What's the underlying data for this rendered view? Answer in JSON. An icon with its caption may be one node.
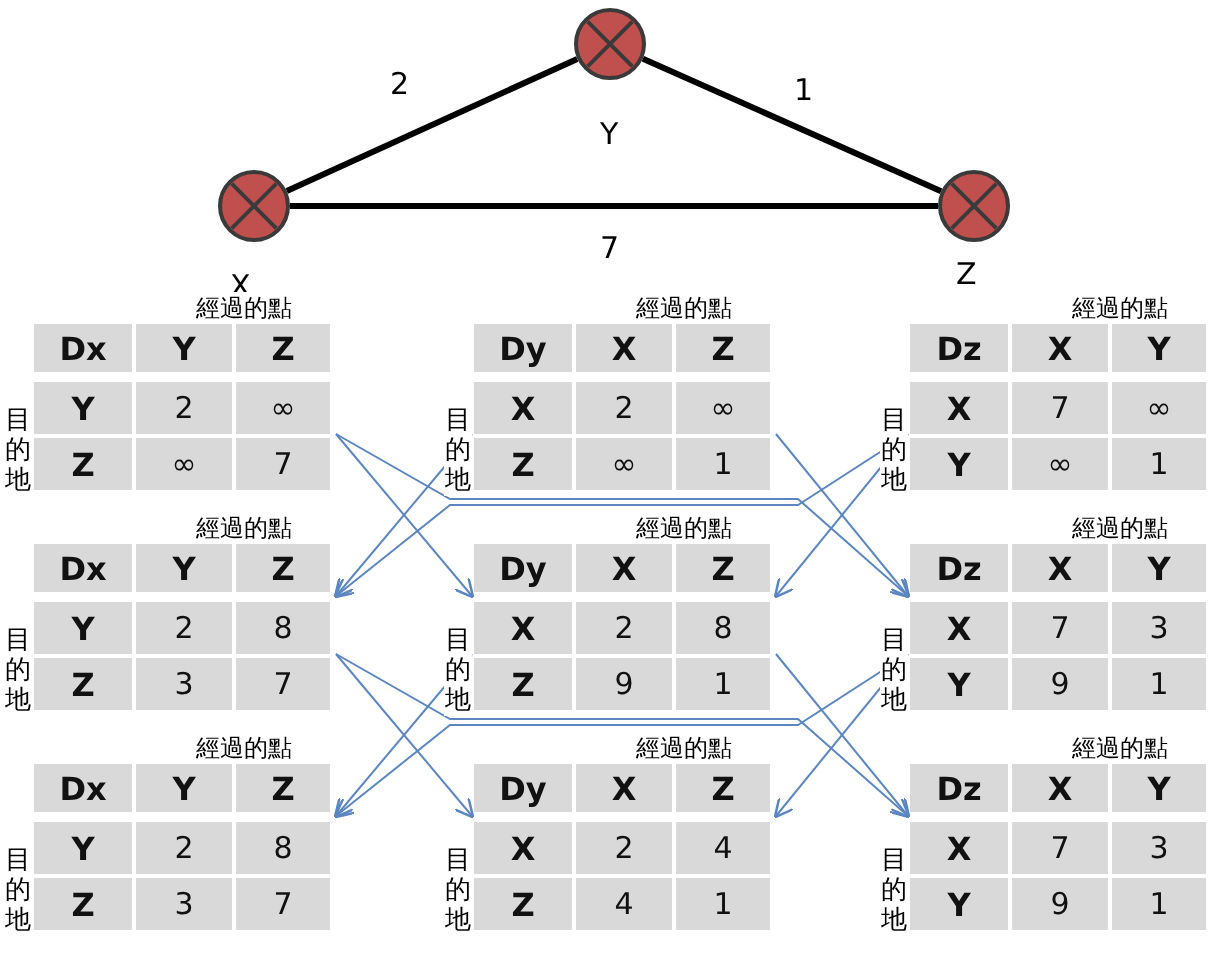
{
  "diagram": {
    "nodes": [
      {
        "text": [
          "Y"
        ]
      },
      {
        "text": [
          "X"
        ]
      },
      {
        "text": [
          "Z"
        ]
      },
      {
        "text": [
          "經過的點",
          "Dx",
          "Y",
          "Z",
          "Y",
          "2",
          "∞",
          "Z",
          "∞",
          "7"
        ],
        "beside": [
          "目的地"
        ]
      },
      {
        "text": [
          "經過的點",
          "Dy",
          "X",
          "Z",
          "X",
          "2",
          "∞",
          "Z",
          "∞",
          "1"
        ],
        "beside": [
          "目的地"
        ]
      },
      {
        "text": [
          "經過的點",
          "Dz",
          "X",
          "Y",
          "X",
          "7",
          "∞",
          "Y",
          "∞",
          "1"
        ],
        "beside": [
          "目的地"
        ]
      },
      {
        "text": [
          "經過的點",
          "Dx",
          "Y",
          "Z",
          "Y",
          "2",
          "8",
          "Z",
          "3",
          "7"
        ],
        "beside": [
          "目的地"
        ]
      },
      {
        "text": [
          "經過的點",
          "Dy",
          "X",
          "Z",
          "X",
          "2",
          "8",
          "Z",
          "9",
          "1"
        ],
        "beside": [
          "目的地"
        ]
      },
      {
        "text": [
          "經過的點",
          "Dz",
          "X",
          "Y",
          "X",
          "7",
          "3",
          "Y",
          "9",
          "1"
        ],
        "beside": [
          "目的地"
        ]
      },
      {
        "text": [
          "經過的點",
          "Dx",
          "Y",
          "Z",
          "Y",
          "2",
          "8",
          "Z",
          "3",
          "7"
        ],
        "beside": [
          "目的地"
        ]
      },
      {
        "text": [
          "經過的點",
          "Dy",
          "X",
          "Z",
          "X",
          "2",
          "4",
          "Z",
          "4",
          "1"
        ],
        "beside": [
          "目的地"
        ]
      },
      {
        "text": [
          "經過的點",
          "Dz",
          "X",
          "Y",
          "X",
          "7",
          "3",
          "Y",
          "9",
          "1"
        ],
        "beside": [
          "目的地"
        ]
      }
    ],
    "edges": [
      {
        "from": 1,
        "to": 0,
        "arrow": "none",
        "label": "2",
        "style": "thick",
        "color": "#000000"
      },
      {
        "from": 0,
        "to": 2,
        "arrow": "none",
        "label": "1",
        "style": "thick",
        "color": "#000000"
      },
      {
        "from": 1,
        "to": 2,
        "arrow": "none",
        "label": "7",
        "style": "thick",
        "color": "#000000"
      },
      {
        "from": 3,
        "to": 7,
        "arrow": "to"
      },
      {
        "from": 3,
        "to": 8,
        "arrow": "to"
      },
      {
        "from": 4,
        "to": 6,
        "arrow": "to"
      },
      {
        "from": 4,
        "to": 8,
        "arrow": "to"
      },
      {
        "from": 5,
        "to": 6,
        "arrow": "to"
      },
      {
        "from": 5,
        "to": 7,
        "arrow": "to"
      },
      {
        "from": 6,
        "to": 10,
        "arrow": "to"
      },
      {
        "from": 6,
        "to": 11,
        "arrow": "to"
      },
      {
        "from": 7,
        "to": 9,
        "arrow": "to"
      },
      {
        "from": 7,
        "to": 11,
        "arrow": "to"
      },
      {
        "from": 8,
        "to": 9,
        "arrow": "to"
      },
      {
        "from": 8,
        "to": 10,
        "arrow": "to"
      }
    ]
  }
}
